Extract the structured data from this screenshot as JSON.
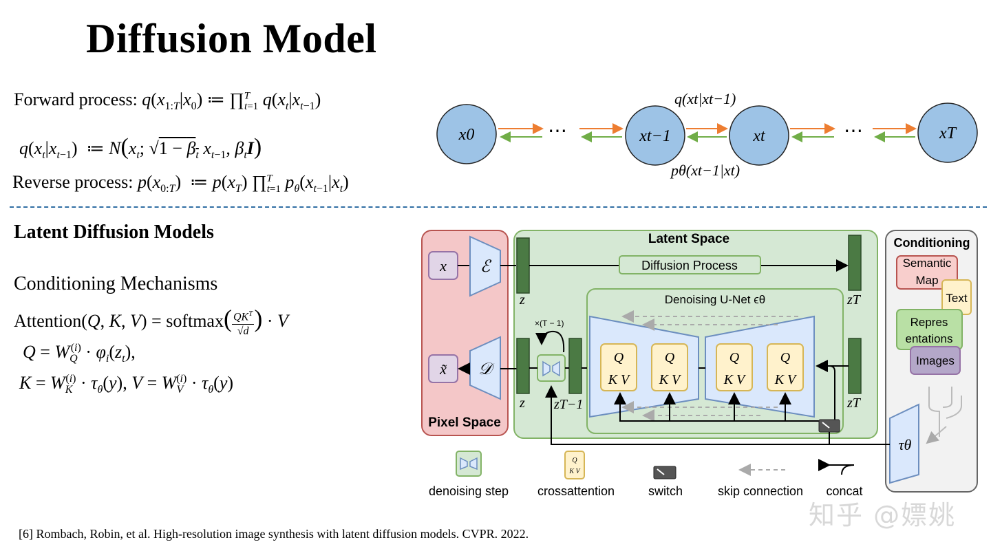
{
  "title": "Diffusion Model",
  "forward": {
    "label": "Forward process: ",
    "formula": "q(x1:T|x0) ≔ ∏ q(xt|xt−1)",
    "formula2": "q(xt|xt−1)  ≔ N(xt; √(1 − βt) xt−1, βt I)"
  },
  "reverse": {
    "label": "Reverse process: ",
    "formula": "p(x0:T)  ≔ p(xT) ∏ pθ(xt−1|xt)"
  },
  "chain": {
    "nodes": [
      "x0",
      "xt−1",
      "xt",
      "xT"
    ],
    "ellipsis": "⋯",
    "q_label": "q(xt|xt−1)",
    "p_label": "pθ(xt−1|xt)"
  },
  "ldm": {
    "heading": "Latent Diffusion Models",
    "cond_heading": "Conditioning Mechanisms",
    "attention": "Attention(Q, K, V) = softmax(QKᵀ/√d) · V",
    "q_eq": "Q = W_Q^(i) · φi(zt),",
    "kv_eq": "K = W_K^(i) · τθ(y), V = W_V^(i) · τθ(y)"
  },
  "figure": {
    "latent_space": "Latent Space",
    "pixel_space": "Pixel Space",
    "conditioning": "Conditioning",
    "diffusion_process": "Diffusion Process",
    "unet": "Denoising U-Net ϵθ",
    "x": "x",
    "x_tilde": "x̃",
    "encoder": "ℰ",
    "decoder": "𝒟",
    "z": "z",
    "z_T": "zT",
    "z_T_minus_1": "zT−1",
    "times": "×(T − 1)",
    "tau": "τθ",
    "qkv_q": "Q",
    "qkv_kv": "K V",
    "cond_items": [
      "Semantic Map",
      "Text",
      "Repres entations",
      "Images"
    ],
    "legend": [
      "denoising step",
      "crossattention",
      "switch",
      "skip connection",
      "concat"
    ]
  },
  "citation": "[6] Rombach, Robin, et al. High-resolution image synthesis with latent diffusion models. CVPR. 2022.",
  "watermark": "知乎 @嫖姚",
  "colors": {
    "node_fill": "#9dc3e6",
    "forward_arrow": "#ed7d31",
    "reverse_arrow": "#70ad47",
    "pixel_space_fill": "#f4c7c8",
    "latent_fill": "#d5e8d4",
    "cond_fill": "#f2f2f2",
    "divider": "#2f6ea3"
  }
}
